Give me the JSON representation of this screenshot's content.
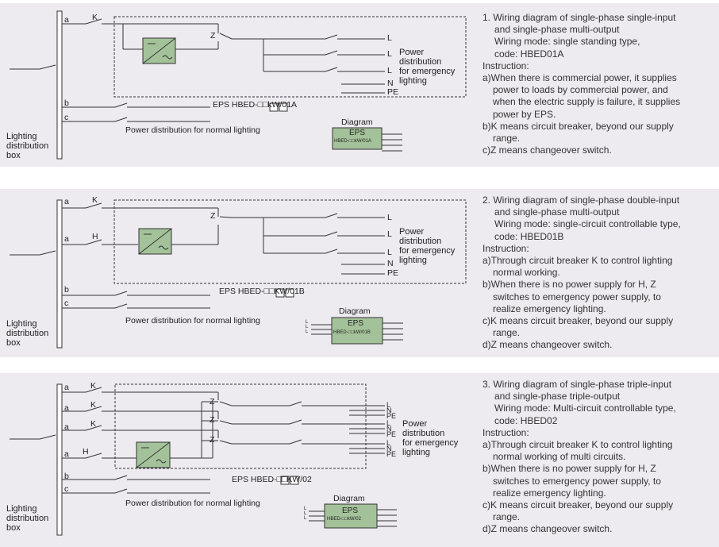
{
  "panels": [
    {
      "lines": [
        {
          "text": "1. Wiring diagram of single-phase single-input",
          "indent": ""
        },
        {
          "text": "and single-phase multi-output",
          "indent": "ind"
        },
        {
          "text": "Wiring mode: single standing type,",
          "indent": "ind"
        },
        {
          "text": "code: HBED01A",
          "indent": "ind"
        },
        {
          "text": "Instruction:",
          "indent": ""
        },
        {
          "text": "a)When there is commercial power, it supplies",
          "indent": ""
        },
        {
          "text": "power to loads by commercial power, and",
          "indent": "sub"
        },
        {
          "text": "when the electric supply is failure, it supplies",
          "indent": "sub"
        },
        {
          "text": "power by EPS.",
          "indent": "sub"
        },
        {
          "text": "b)K means circuit breaker, beyond our supply",
          "indent": ""
        },
        {
          "text": "range.",
          "indent": "sub"
        },
        {
          "text": "c)Z means changeover switch.",
          "indent": ""
        }
      ],
      "diagram": {
        "box_label": [
          "Lighting",
          "distribution",
          "box"
        ],
        "feeders": [
          "a",
          "b",
          "c"
        ],
        "breaker": "K",
        "changeover": "Z",
        "outputs": [
          "L",
          "L",
          "L",
          "N",
          "PE"
        ],
        "power_label": [
          "Power",
          "distribution",
          "for emergency",
          "lighting"
        ],
        "eps_model": "EPS HBED-□□kW/01A",
        "normal_label": "Power distribution for normal lighting",
        "mini_title": "Diagram",
        "mini_eps": "EPS",
        "mini_code": "HBED-□□kW/01A"
      }
    },
    {
      "lines": [
        {
          "text": "2. Wiring diagram of single-phase double-input",
          "indent": ""
        },
        {
          "text": "and single-phase multi-output",
          "indent": "ind"
        },
        {
          "text": "Wiring mode: single-circuit controllable type,",
          "indent": "ind"
        },
        {
          "text": "code: HBED01B",
          "indent": "ind"
        },
        {
          "text": "Instruction:",
          "indent": ""
        },
        {
          "text": "a)Through circuit breaker K to control lighting",
          "indent": ""
        },
        {
          "text": "normal working.",
          "indent": "sub"
        },
        {
          "text": "b)When there is no power supply for H, Z",
          "indent": ""
        },
        {
          "text": "switches to emergency power supply, to",
          "indent": "sub"
        },
        {
          "text": "realize emergency lighting.",
          "indent": "sub"
        },
        {
          "text": "c)K means circuit breaker, beyond our supply",
          "indent": ""
        },
        {
          "text": "range.",
          "indent": "sub"
        },
        {
          "text": "d)Z means changeover switch.",
          "indent": ""
        }
      ],
      "diagram": {
        "box_label": [
          "Lighting",
          "distribution",
          "box"
        ],
        "feeders": [
          "a",
          "a",
          "b",
          "c"
        ],
        "breakers": [
          "K",
          "H"
        ],
        "changeover": "Z",
        "outputs": [
          "L",
          "L",
          "L",
          "N",
          "PE"
        ],
        "power_label": [
          "Power",
          "distribution",
          "for emergency",
          "lighting"
        ],
        "eps_model": "EPS HBED-□□KW/01B",
        "normal_label": "Power distribution for normal lighting",
        "mini_title": "Diagram",
        "mini_eps": "EPS",
        "mini_code": "HBED-□□kW/01B",
        "mini_inputs": [
          "L",
          "L",
          "L"
        ]
      }
    },
    {
      "lines": [
        {
          "text": "3. Wiring diagram of single-phase triple-input",
          "indent": ""
        },
        {
          "text": "and single-phase triple-output",
          "indent": "ind"
        },
        {
          "text": "Wiring mode: Multi-circuit controllable type,",
          "indent": "ind"
        },
        {
          "text": "code: HBED02",
          "indent": "ind"
        },
        {
          "text": "Instruction:",
          "indent": ""
        },
        {
          "text": "a)Through circuit breaker K to control lighting",
          "indent": ""
        },
        {
          "text": "normal working of multi circuits.",
          "indent": "sub"
        },
        {
          "text": "b)When there is no power supply for H, Z",
          "indent": ""
        },
        {
          "text": "switches to emergency power supply, to",
          "indent": "sub"
        },
        {
          "text": "realize emergency lighting.",
          "indent": "sub"
        },
        {
          "text": "c)K means circuit breaker, beyond our supply",
          "indent": ""
        },
        {
          "text": "range.",
          "indent": "sub"
        },
        {
          "text": "d)Z means changeover switch.",
          "indent": ""
        }
      ],
      "diagram": {
        "box_label": [
          "Lighting",
          "distribution",
          "box"
        ],
        "feeders": [
          "a",
          "a",
          "a",
          "a",
          "b",
          "c"
        ],
        "breakers": [
          "K",
          "K",
          "K",
          "H"
        ],
        "changeovers": [
          "Z",
          "Z",
          "Z"
        ],
        "outputs": [
          "L",
          "N",
          "PE",
          "L",
          "N",
          "PE",
          "L",
          "N",
          "PE"
        ],
        "power_label": [
          "Power",
          "distribution",
          "for emergency",
          "lighting"
        ],
        "eps_model": "EPS HBED-□□KW/02",
        "normal_label": "Power distribution for normal lighting",
        "mini_title": "Diagram",
        "mini_eps": "EPS",
        "mini_code": "HBED-□□kW/02",
        "mini_inputs": [
          "L",
          "L",
          "L"
        ]
      }
    }
  ]
}
